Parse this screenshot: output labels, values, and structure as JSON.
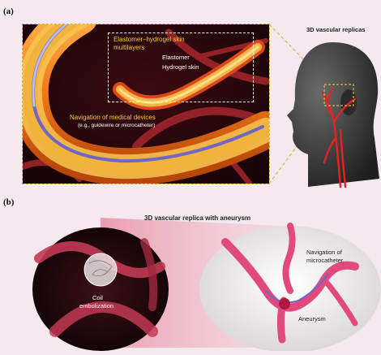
{
  "panel_a": {
    "label": "(a)",
    "zoom_title_line1": "Elastomer–hydrogel skin",
    "zoom_title_line2": "multilayers",
    "elastomer_label": "Elastomer",
    "hydrogel_label": "Hydrogel skin",
    "navigation_label": "Navigation of medical devices",
    "navigation_sub": "(e.g., guidewire or microcatheter)",
    "replicas_title": "3D vascular replicas"
  },
  "panel_b": {
    "label": "(b)",
    "title": "3D vascular replica with aneurysm",
    "coil_line1": "Coil",
    "coil_line2": "embolization",
    "nav_line1": "Navigation of",
    "nav_line2": "microcatheter",
    "aneurysm_label": "Aneurysm"
  },
  "colors": {
    "background": "#f3e9ee",
    "vessel_orange": "#f07a1a",
    "vessel_yellow": "#f6c64a",
    "guidewire_blue": "#6f66c6",
    "dashed_gold": "#e3b43a",
    "head_gray": "#3d3d3d",
    "replica_pink": "#e24a7d"
  }
}
